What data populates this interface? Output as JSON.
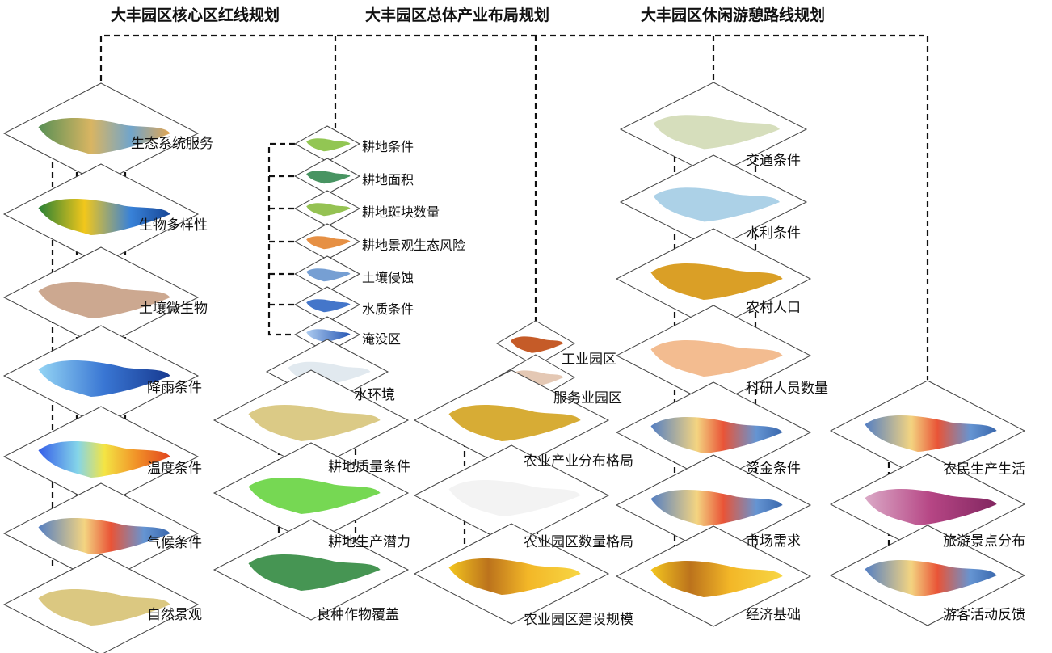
{
  "titles": {
    "core_redline": "大丰园区核心区红线规划",
    "industry_layout": "大丰园区总体产业布局规划",
    "leisure_route": "大丰园区休闲游憩路线规划"
  },
  "layers": {
    "col1": [
      "生态系统服务",
      "生物多样性",
      "土壤微生物",
      "降雨条件",
      "温度条件",
      "气候条件",
      "自然景观"
    ],
    "col2_small": [
      "耕地条件",
      "耕地面积",
      "耕地斑块数量",
      "耕地景观生态风险",
      "土壤侵蚀",
      "水质条件",
      "淹没区"
    ],
    "col2_large": [
      "水环境",
      "耕地质量条件",
      "耕地生产潜力",
      "良种作物覆盖"
    ],
    "col3": [
      "工业园区",
      "服务业园区",
      "农业产业分布格局",
      "农业园区数量格局",
      "农业园区建设规模"
    ],
    "col4": [
      "交通条件",
      "水利条件",
      "农村人口",
      "科研人员数量",
      "资金条件",
      "市场需求",
      "经济基础"
    ],
    "col5": [
      "农民生产生活",
      "旅游景点分布",
      "游客活动反馈"
    ]
  }
}
